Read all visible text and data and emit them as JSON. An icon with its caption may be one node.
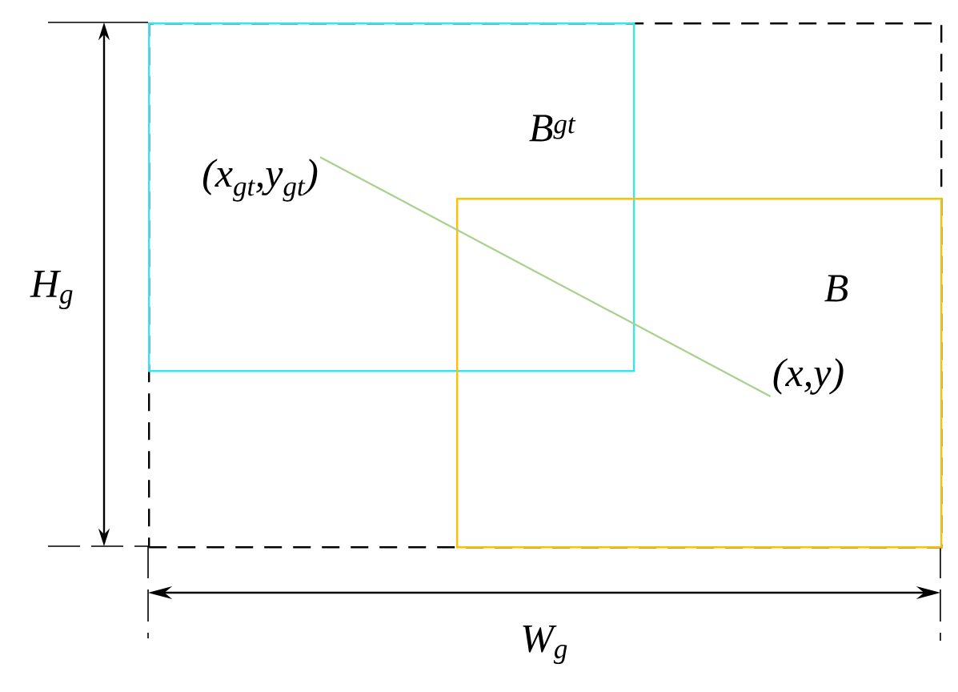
{
  "diagram": {
    "nodes": [
      {
        "text": [],
        "shape": "box"
      },
      {
        "text": [
          "B$^{gt}$"
        ],
        "in": 0
      },
      {
        "text": [
          "(x$_{gt}$,y$_{gt}$)"
        ],
        "in": 1
      },
      {
        "text": [
          "B"
        ],
        "in": 0
      },
      {
        "text": [
          "(x,y)"
        ],
        "in": 3
      }
    ],
    "edges": [
      {
        "from": 2,
        "to": 4,
        "arrow": "none",
        "color": "#a9d18e"
      }
    ],
    "labels": [
      "H$_{g}$",
      "W$_{g}$"
    ]
  }
}
